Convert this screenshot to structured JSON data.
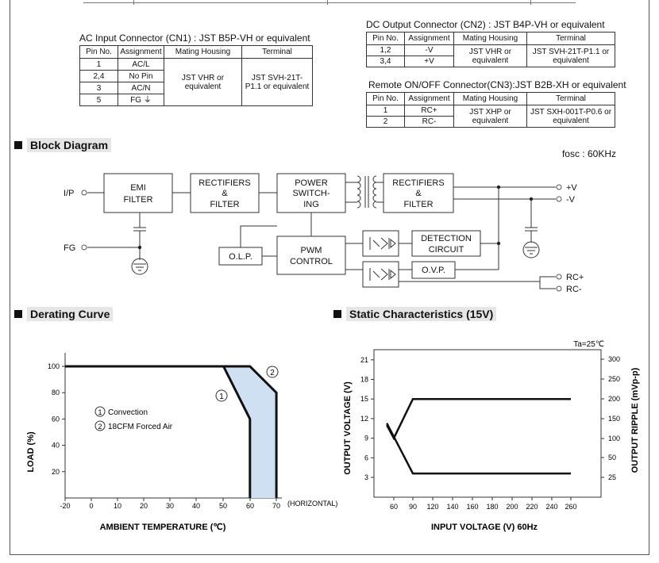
{
  "cn1": {
    "title": "AC Input Connector (CN1) : JST B5P-VH or equivalent",
    "headers": [
      "Pin No.",
      "Assignment",
      "Mating Housing",
      "Terminal"
    ],
    "rows": [
      [
        "1",
        "AC/L"
      ],
      [
        "2,4",
        "No Pin"
      ],
      [
        "3",
        "AC/N"
      ],
      [
        "5",
        "FG"
      ]
    ],
    "housing": "JST VHR or equivalent",
    "terminal": "JST SVH-21T-P1.1 or equivalent"
  },
  "cn2": {
    "title": "DC Output Connector (CN2) : JST B4P-VH or equivalent",
    "headers": [
      "Pin No.",
      "Assignment",
      "Mating Housing",
      "Terminal"
    ],
    "rows": [
      [
        "1,2",
        "-V"
      ],
      [
        "3,4",
        "+V"
      ]
    ],
    "housing": "JST VHR or equivalent",
    "terminal": "JST SVH-21T-P1.1 or equivalent"
  },
  "cn3": {
    "title": "Remote ON/OFF Connector(CN3):JST B2B-XH or equivalent",
    "headers": [
      "Pin No.",
      "Assignment",
      "Mating Housing",
      "Terminal"
    ],
    "rows": [
      [
        "1",
        "RC+"
      ],
      [
        "2",
        "RC-"
      ]
    ],
    "housing": "JST XHP or equivalent",
    "terminal": "JST SXH-001T-P0.6 or equivalent"
  },
  "block": {
    "section": "Block Diagram",
    "fosc": "fosc : 60KHz",
    "ip": "I/P",
    "fg": "FG",
    "emi": [
      "EMI",
      "FILTER"
    ],
    "rect1": [
      "RECTIFIERS",
      "&",
      "FILTER"
    ],
    "power": [
      "POWER",
      "SWITCH-",
      "ING"
    ],
    "rect2": [
      "RECTIFIERS",
      "&",
      "FILTER"
    ],
    "olp": "O.L.P.",
    "pwm": [
      "PWM",
      "CONTROL"
    ],
    "detect": [
      "DETECTION",
      "CIRCUIT"
    ],
    "ovp": "O.V.P.",
    "vplus": "+V",
    "vminus": "-V",
    "rcplus": "RC+",
    "rcminus": "RC-"
  },
  "derating": {
    "section": "Derating Curve",
    "ylabel": "LOAD (%)",
    "xlabel": "AMBIENT TEMPERATURE (℃)",
    "xunit": "(HORIZONTAL)",
    "xticks": [
      -20,
      0,
      10,
      20,
      30,
      40,
      50,
      60,
      70
    ],
    "yticks": [
      20,
      40,
      60,
      80,
      100
    ],
    "legend1": "Convection",
    "legend2": "18CFM Forced Air",
    "mark1": "1",
    "mark2": "2"
  },
  "static": {
    "section": "Static Characteristics (15V)",
    "ta": "Ta=25℃",
    "ylabel": "OUTPUT VOLTAGE (V)",
    "y2label": "OUTPUT RIPPLE (mVp-p)",
    "xlabel": "INPUT VOLTAGE (V) 60Hz",
    "xticks": [
      60,
      90,
      120,
      140,
      160,
      180,
      200,
      220,
      240,
      260
    ],
    "yticks": [
      3,
      6,
      9,
      12,
      15,
      18,
      21
    ],
    "y2ticks": [
      25,
      50,
      100,
      150,
      200,
      250,
      300
    ]
  },
  "chart_data": [
    {
      "type": "line",
      "title": "Derating Curve",
      "xlabel": "AMBIENT TEMPERATURE (℃)",
      "ylabel": "LOAD (%)",
      "xlim": [
        -20,
        70
      ],
      "ylim": [
        0,
        100
      ],
      "series": [
        {
          "name": "Convection",
          "x": [
            -20,
            50,
            60,
            60
          ],
          "y": [
            100,
            100,
            60,
            0
          ]
        },
        {
          "name": "18CFM Forced Air",
          "x": [
            -20,
            60,
            70,
            70
          ],
          "y": [
            100,
            100,
            80,
            0
          ]
        }
      ]
    },
    {
      "type": "line",
      "title": "Static Characteristics (15V)",
      "xlabel": "INPUT VOLTAGE (V) 60Hz",
      "ylabel": "OUTPUT VOLTAGE (V)",
      "y2label": "OUTPUT RIPPLE (mVp-p)",
      "series": [
        {
          "x": [
            49,
            60,
            90,
            260
          ],
          "y": [
            11,
            9,
            15,
            15
          ]
        },
        {
          "x": [
            49,
            90,
            260
          ],
          "y": [
            11.3,
            3.6,
            3.6
          ]
        }
      ]
    }
  ]
}
